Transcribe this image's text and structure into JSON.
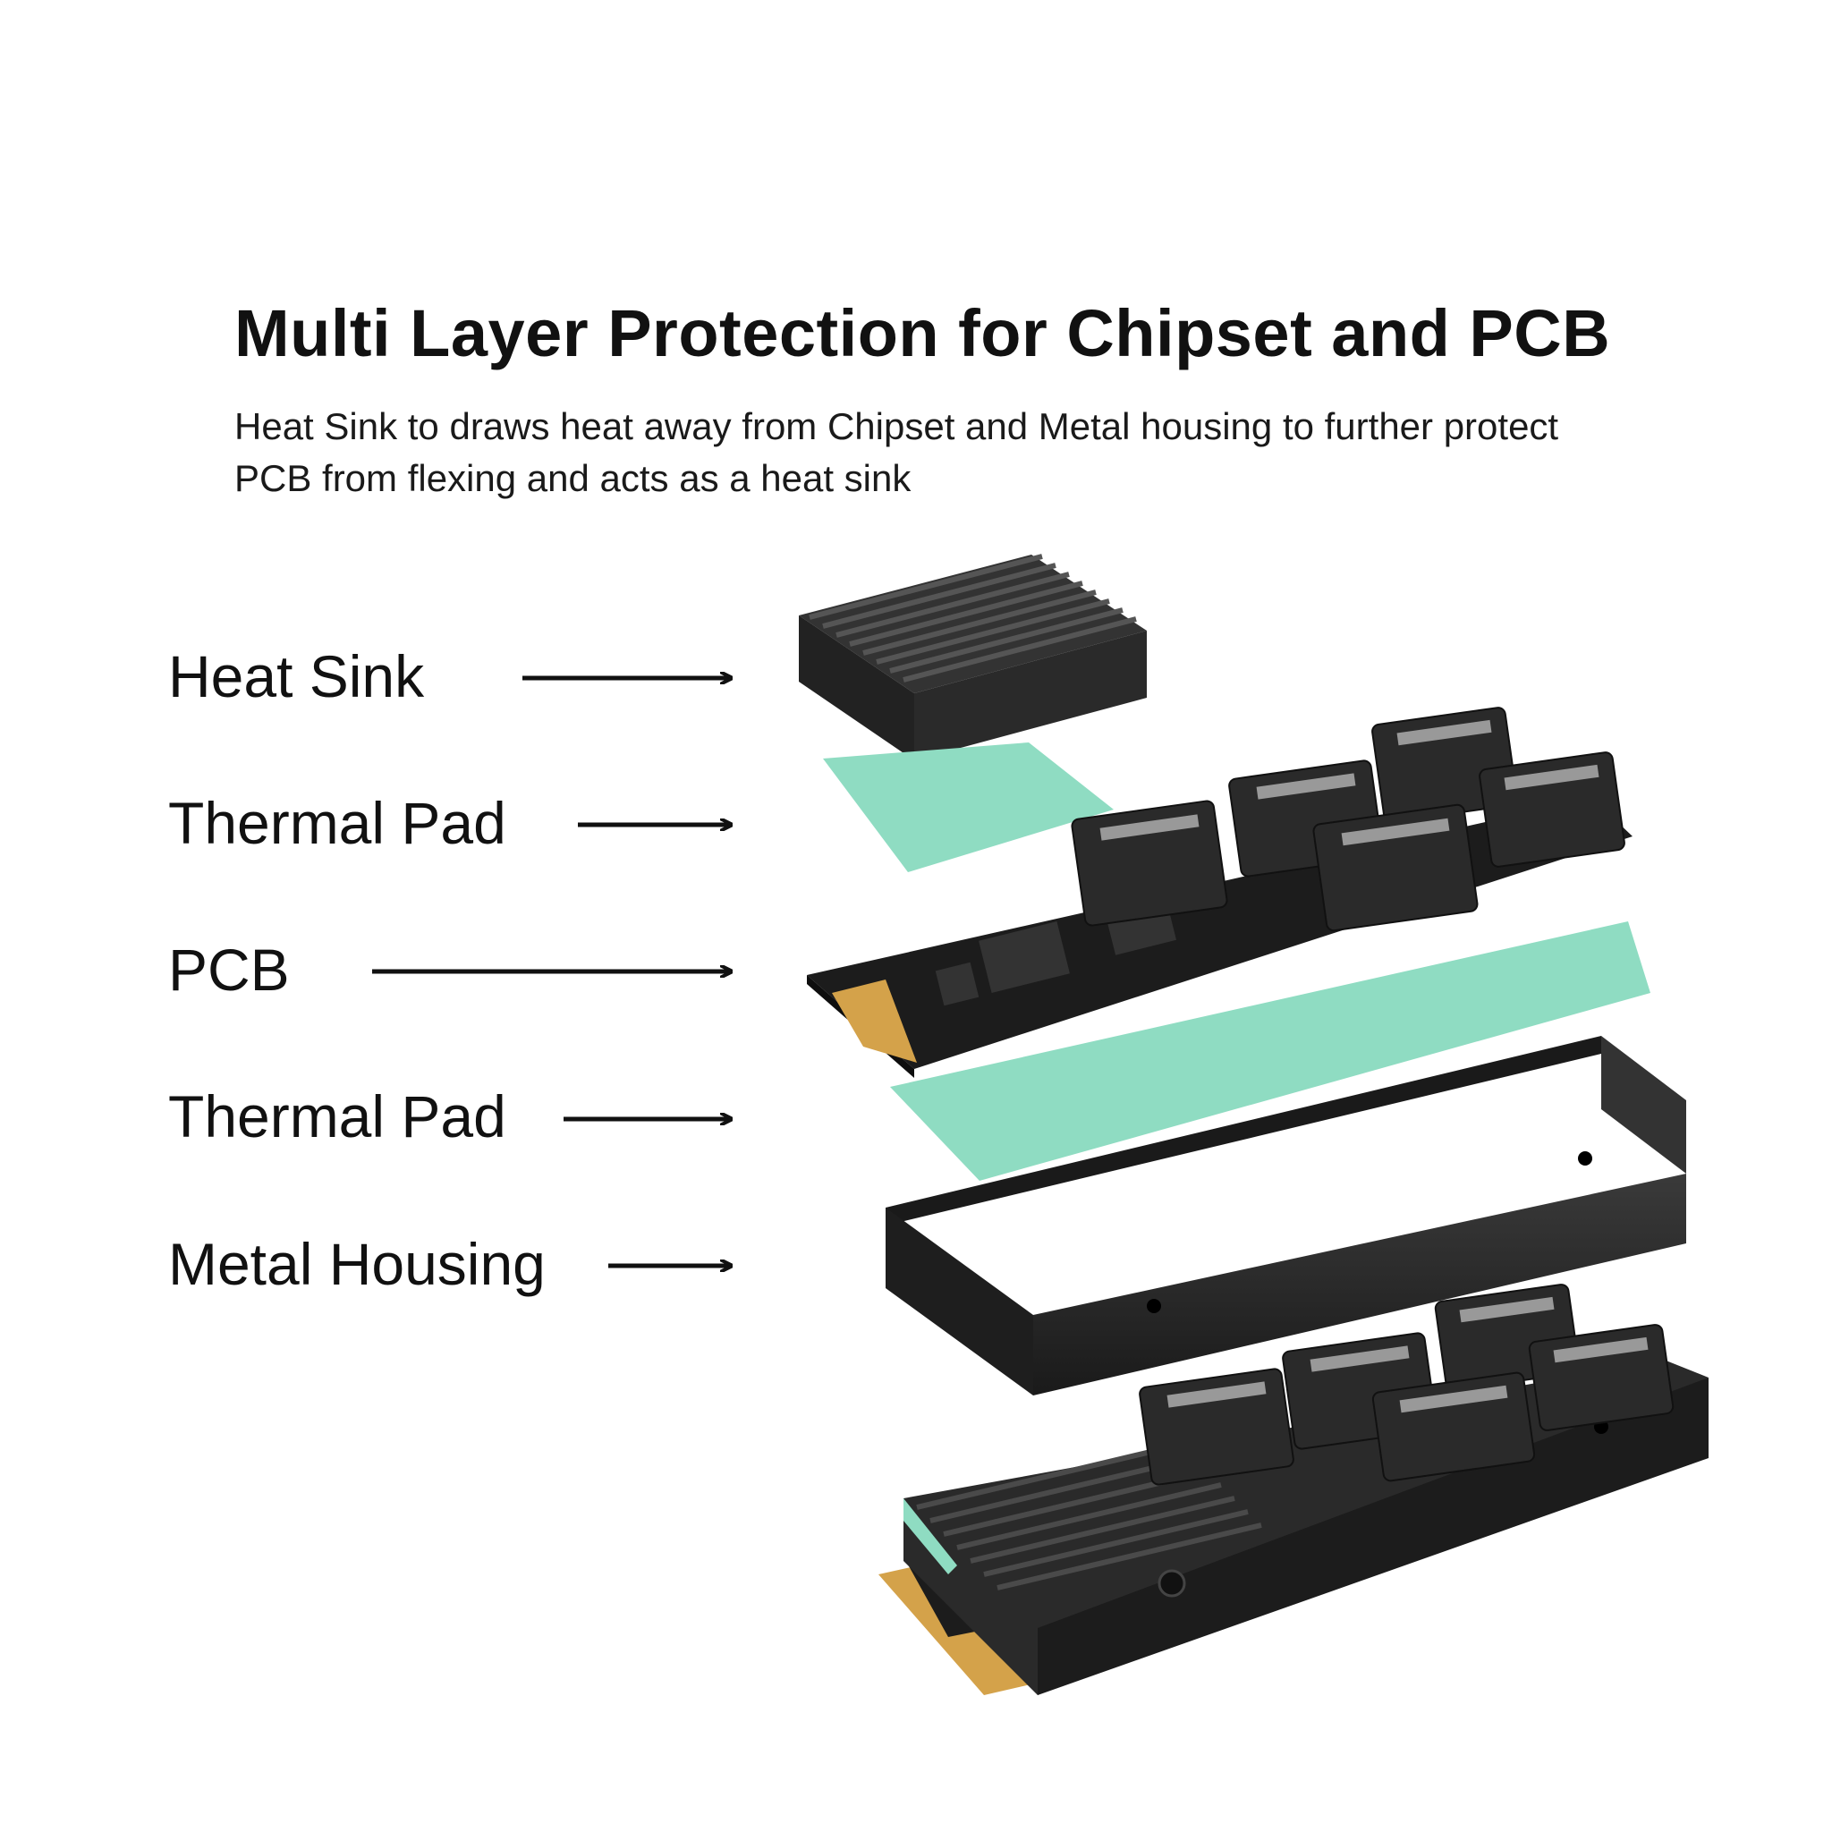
{
  "header": {
    "title": "Multi Layer Protection for Chipset and PCB",
    "subtitle": "Heat Sink to draws heat away from Chipset and Metal housing to further protect PCB from flexing and acts as a heat sink"
  },
  "layers": [
    {
      "label": "Heat Sink"
    },
    {
      "label": "Thermal Pad"
    },
    {
      "label": "PCB"
    },
    {
      "label": "Thermal Pad"
    },
    {
      "label": "Metal Housing"
    }
  ],
  "colors": {
    "thermal_pad": "#8fdcc2",
    "metal": "#2b2b2b",
    "pcb": "#1c1c1c",
    "gold": "#d4a24a"
  }
}
